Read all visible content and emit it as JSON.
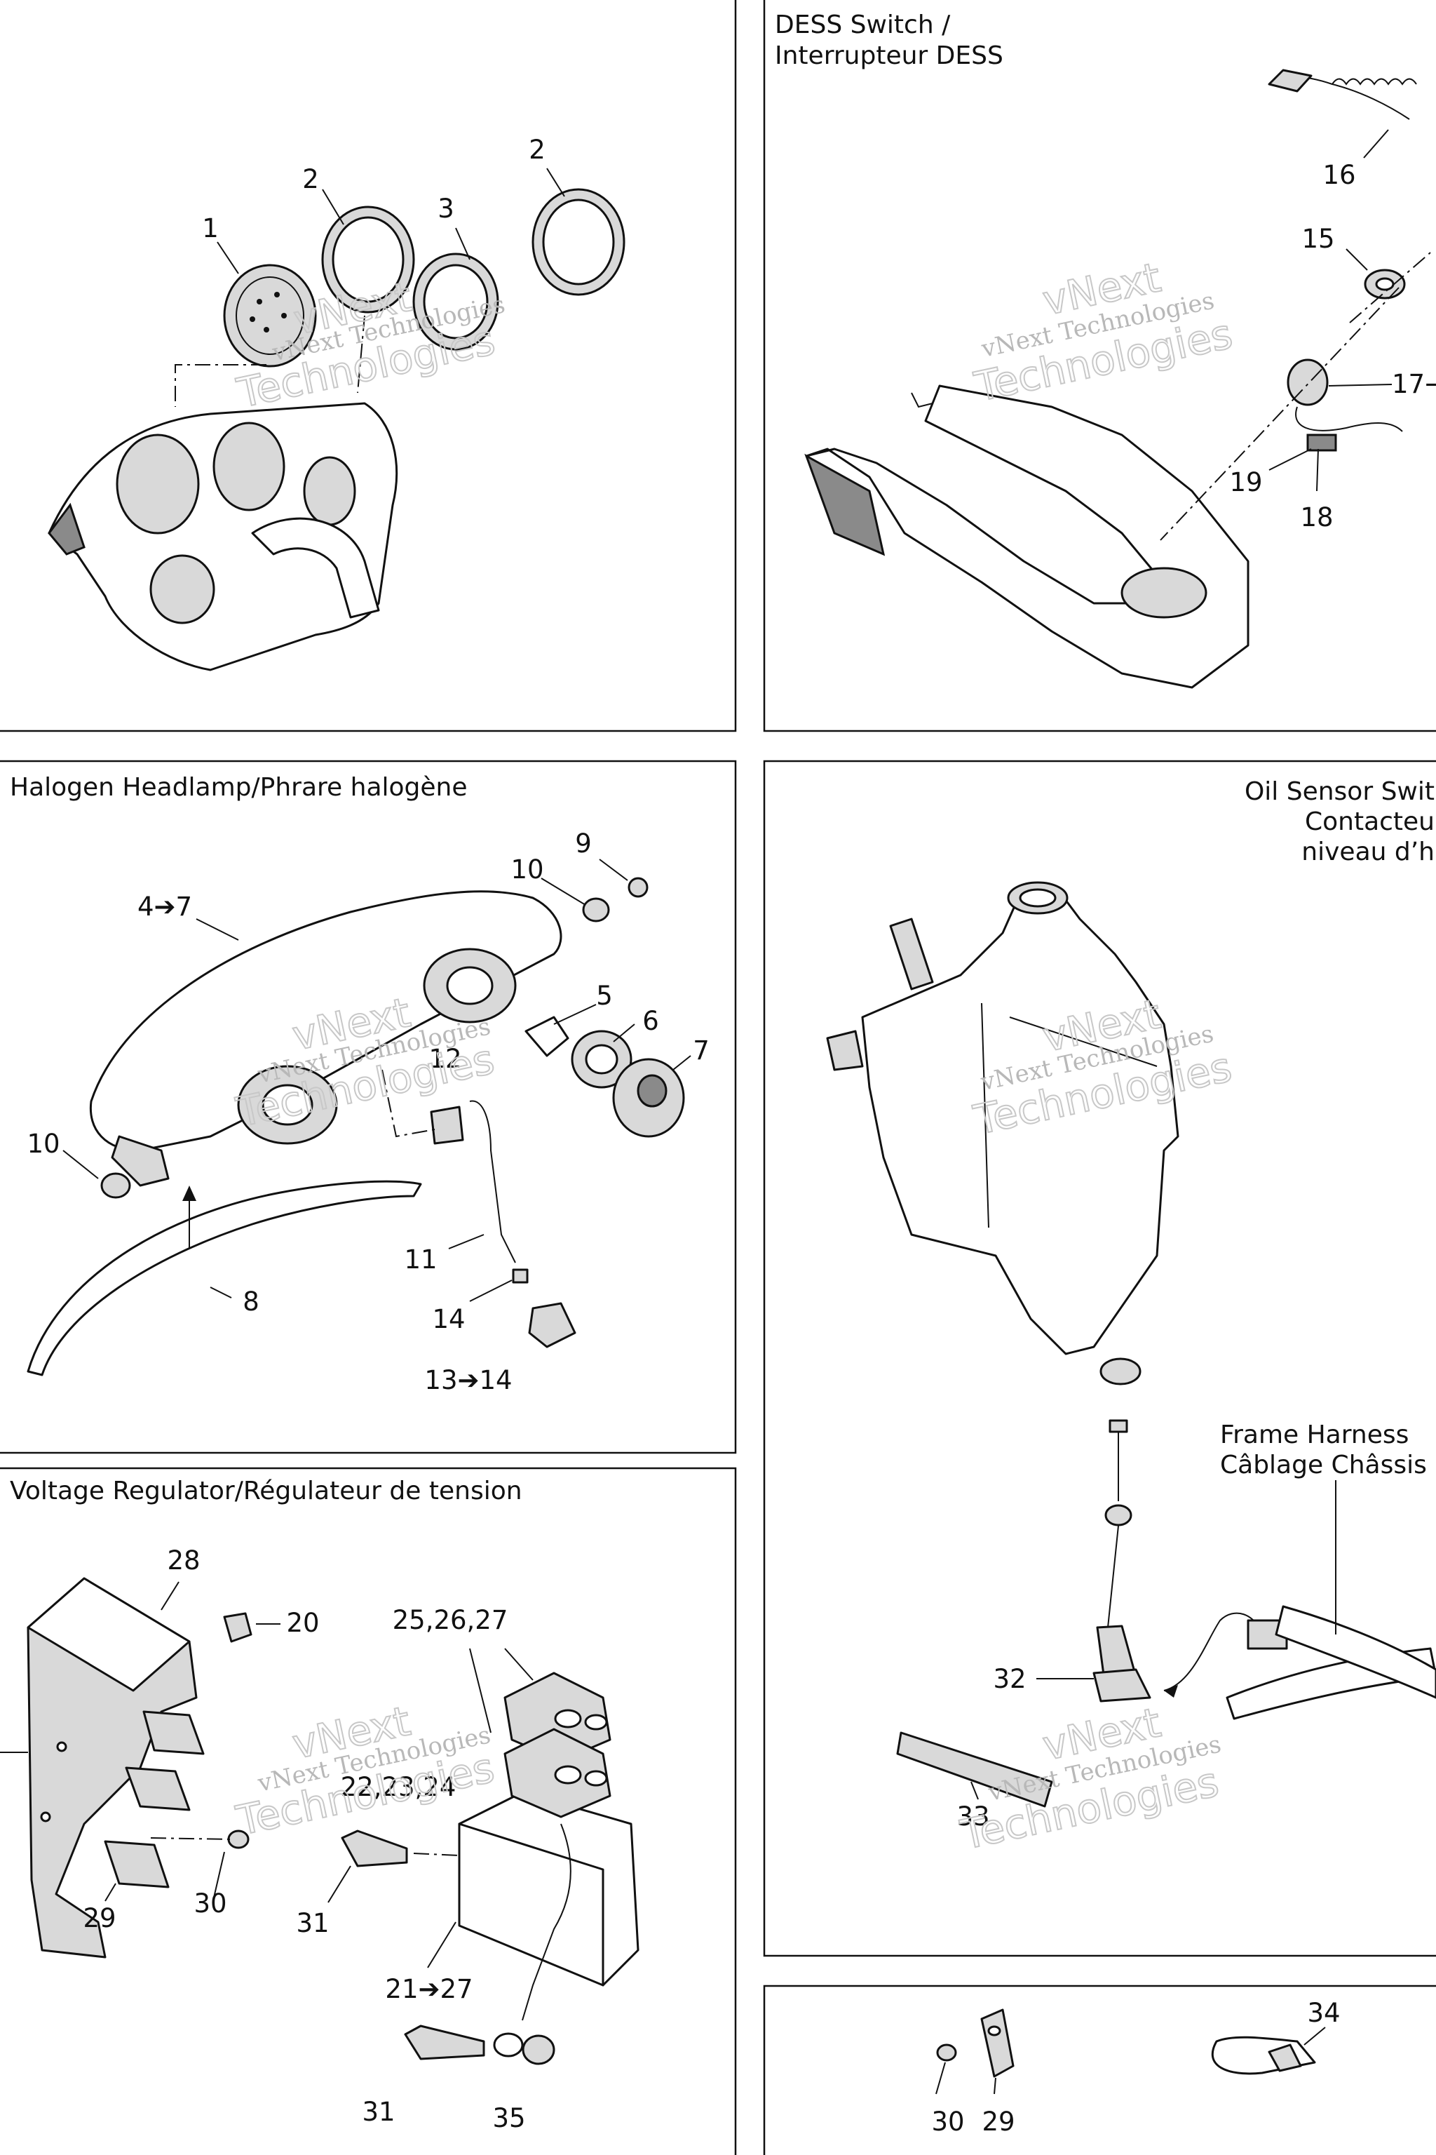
{
  "panels": {
    "gauges": {
      "title": ""
    },
    "dess": {
      "title_line1": "DESS Switch /",
      "title_line2": "Interrupteur DESS"
    },
    "headlamp": {
      "title": "Halogen Headlamp/Phrare halogène"
    },
    "oil": {
      "title_line1": "Oil Sensor Swit",
      "title_line2": "Contacteu",
      "title_line3": "niveau d’h"
    },
    "regulator": {
      "title": "Voltage Regulator/Régulateur de tension"
    },
    "accessories": {
      "title": ""
    }
  },
  "frame_harness": {
    "line1": "Frame Harness",
    "line2": "Câblage Châssis"
  },
  "watermark": {
    "brand": "vNext Technologies",
    "line1": "vNext",
    "line2": "Technologies"
  },
  "callouts": {
    "c1": "1",
    "c2a": "2",
    "c2b": "2",
    "c3": "3",
    "c16": "16",
    "c15": "15",
    "c17": "17→",
    "c19": "19",
    "c18": "18",
    "c9": "9",
    "c10a": "10",
    "c4_7": "4➔7",
    "c5": "5",
    "c6": "6",
    "c7": "7",
    "c12": "12",
    "c10b": "10",
    "c11": "11",
    "c8": "8",
    "c14": "14",
    "c13_14": "13➔14",
    "c28": "28",
    "c20": "20",
    "c25_27": "25,26,27",
    "c22_24": "22,23,24",
    "c30a": "30",
    "c29a": "29",
    "c31a": "31",
    "c21_27": "21➔27",
    "c31b": "31",
    "c35": "35",
    "c32": "32",
    "c33": "33",
    "c34": "34",
    "c30b": "30",
    "c29b": "29"
  }
}
